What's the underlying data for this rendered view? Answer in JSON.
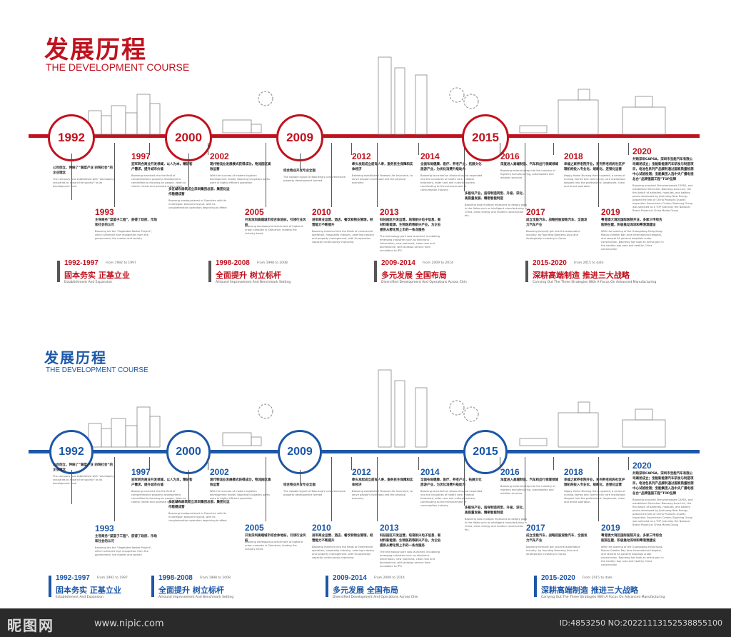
{
  "panels": [
    {
      "theme": "red",
      "title_cn": "发展历程",
      "title_en": "THE DEVELOPMENT COURSE",
      "milestones": [
        {
          "year": "1992",
          "circle": true,
          "cn": "公司创立，伸纳了“蔬菜产业 四驾社会”的企业理念",
          "en": "The company was established with \"developing industries to reward the society\" as its development level"
        },
        {
          "year": "1993",
          "circle": false,
          "cn": "主导商务“菜篮子工程”，获得了政府、市场和社会的认可",
          "en": "Baoneng led the \"Vegetable Basket Project\", which achieved high recognition from the government, the market and society"
        },
        {
          "year": "1997",
          "circle": false,
          "cn": "迎军转合商业开发领域，以人为本，精研客户需求，提升城市价值",
          "en": "Baoneng marched into the field of comprehensive property development, committed to focusing on people, listen to clients' needs and promote urban value"
        },
        {
          "year": "2000",
          "circle": true,
          "cn": "多区域布局筑成立深圳集团总部，集团化运作稳健成营",
          "en": "Baoneng headquartered in Shenzhen with its multiregion blueprint layout, with its conglomeration operation beginning to effect"
        },
        {
          "year": "2002",
          "circle": false,
          "cn": "现代物流业发展模式获得成功，物流园区高效运营",
          "en": "With the success of modern logistics development model, Baoneng's logistics parks were in highly efficient operation"
        },
        {
          "year": "2005",
          "circle": false,
          "cn": "开发深圳高端城市综合体地标，引领行业风标",
          "en": "Baoneng developed a benchmark of highend urban complex in Shenzhen, leading the industry trend"
        },
        {
          "year": "2009",
          "circle": true,
          "cn": "综合物业开发专业全面",
          "en": "The notable layout of Baoneng's comprehensive property development formed"
        },
        {
          "year": "2010",
          "circle": false,
          "cn": "进军商业运营、酒店、餐饮和物业管理，经营能力不断提升",
          "en": "Baoneng marched into the fields of commercial operation, hospitality industry, catering industry and property management, with its operation capacity continuously improving"
        },
        {
          "year": "2012",
          "circle": false,
          "cn": "牵头发起成立前海人寿，服务民生保障和实体经济",
          "en": "Baoneng established Foresea Life Insurance, to serve people's livelihood and the physical economy"
        },
        {
          "year": "2013",
          "circle": false,
          "cn": "科技园区开发运营，培育新兴电子信息、新材料新能源、生物医药等新兴产业，为企业提供从孵化到上市的一条龙服务",
          "en": "The technology park was launched, incubating emerging industries such as electronic information, new materials, clean new and biomedicine, with onestop service from incubation to IPO"
        },
        {
          "year": "2014",
          "circle": false,
          "cn": "全面布局健康、医疗、养老产业，拓展文化旅游产业，为优化消费升级助力",
          "en": "Baoneng launched an allround layout expanded into the industries of health care, medical treatment, elder care and cultural tourism, contributing to the enhancement of consumption industry"
        },
        {
          "year": "",
          "circle": false,
          "cn": "多板块产业，指导制造转型、升级、深化、高质量发展、精密智能制造",
          "en": "Baoneng took multiple measures to deeply plow in the fields such as intelligent manufacturing in China, clean energy and modern construction etc."
        },
        {
          "year": "2015",
          "circle": true,
          "cn": "",
          "en": ""
        },
        {
          "year": "2016",
          "circle": false,
          "cn": "深度进入高端制造、汽车和出行领域领域",
          "en": "Baoneng entered deep into the industry of highend manufacturing, automobiles and aviation services"
        },
        {
          "year": "2017",
          "circle": false,
          "cn": "成立宝能汽车，战略控股观致汽车，全面发力汽车产业",
          "en": "Baoneng formally got into the automotive industry, by founding Baoneng Auto and strategically investing in Qoros"
        },
        {
          "year": "2018",
          "circle": false,
          "cn": "幸福之家养老院开业，系列养老机构社区护理机构投入专业化、规模化、连锁化运营",
          "en": "Happy Home Nursing Home opened, a series of nursing homes and community care institutions stepped into the professional, largescale, chain and brand operation"
        },
        {
          "year": "2019",
          "circle": false,
          "cn": "粤港澳大湾区国际医院开业，多家三甲综合医院在建，积极推动深圳和粤港澳建设",
          "en": "With the opening of the Guangdong-Hong Kong-Macao Greater Bay Area International Hospital, and several 3A general hospitals under construction, Baoneng has took an active part in the healthy bay area and healthy China construction"
        },
        {
          "year": "2020",
          "circle": false,
          "cn": "并购深圳CAPSA，深圳市宝能汽车有限公司阐述成立；宝能新能源汽车研发与制造项目，电池包系列产品顺利通过国家质量检测中心试验检测；宝能集团入选中央广播电视总台“品牌强国工程”TOP品牌",
          "en": "Baoneng acquired Shenzhenbased CAPSA, and established Shenzhen Baoneng Auto Ltd.; the first batch of batteries, modules, and battery packs developed by Jiuzhuang New Energy passed the test of China Products Quality Inspection Supervision Center; Baoneng Group was selected as a TOP brand by the National Brand Project of China Media Group"
        }
      ],
      "phases": [
        {
          "range": "1992-1997",
          "from": "From 1992 to 1997",
          "title": "固本务实  正基立业",
          "en": "Establishment And Expansion"
        },
        {
          "range": "1998-2008",
          "from": "From 1998 to 2008",
          "title": "全面提升  树立标杆",
          "en": "Allround Improvement And Benchmark Setting"
        },
        {
          "range": "2009-2014",
          "from": "From 2009 to 2014",
          "title": "多元发展  全国布局",
          "en": "Diversified Development And Operations Across Chin"
        },
        {
          "range": "2015-2020",
          "from": "From 2015 to date",
          "title": "深耕高端制造  推进三大战略",
          "en": "Carrying Out The Three Strategies With A Focus On Advanced Manufacturing"
        }
      ]
    },
    {
      "theme": "blue",
      "title_cn": "发展历程",
      "title_en": "THE DEVELOPMENT COURSE",
      "milestones": [
        {
          "year": "1992",
          "circle": true,
          "cn": "公司创立，伸纳了“蔬菜产业 四驾社会”的企业理念",
          "en": "The company was established with \"developing industries to reward the society\" as its development level"
        },
        {
          "year": "1993",
          "circle": false,
          "cn": "主导商务“菜篮子工程”，获得了政府、市场和社会的认可",
          "en": "Baoneng led the \"Vegetable Basket Project\", which achieved high recognition from the government, the market and society"
        },
        {
          "year": "1997",
          "circle": false,
          "cn": "迎军转合商业开发领域，以人为本，精研客户需求，提升城市价值",
          "en": "Baoneng marched into the field of comprehensive property development, committed to focusing on people, listen to clients' needs and promote urban value"
        },
        {
          "year": "2000",
          "circle": true,
          "cn": "多区域布局筑成立深圳集团总部，集团化运作稳健成营",
          "en": "Baoneng headquartered in Shenzhen with its multiregion blueprint layout, with its conglomeration operation beginning to effect"
        },
        {
          "year": "2002",
          "circle": false,
          "cn": "现代物流业发展模式获得成功，物流园区高效运营",
          "en": "With the success of modern logistics development model, Baoneng's logistics parks were in highly efficient operation"
        },
        {
          "year": "2005",
          "circle": false,
          "cn": "开发深圳高端城市综合体地标，引领行业风标",
          "en": "Baoneng developed a benchmark of highend urban complex in Shenzhen, leading the industry trend"
        },
        {
          "year": "2009",
          "circle": true,
          "cn": "综合物业开发专业全面",
          "en": "The notable layout of Baoneng's comprehensive property development formed"
        },
        {
          "year": "2010",
          "circle": false,
          "cn": "进军商业运营、酒店、餐饮和物业管理，经营能力不断提升",
          "en": "Baoneng marched into the fields of commercial operation, hospitality industry, catering industry and property management, with its operation capacity continuously improving"
        },
        {
          "year": "2012",
          "circle": false,
          "cn": "牵头发起成立前海人寿，服务民生保障和实体经济",
          "en": "Baoneng established Foresea Life Insurance, to serve people's livelihood and the physical economy"
        },
        {
          "year": "2013",
          "circle": false,
          "cn": "科技园区开发运营，培育新兴电子信息、新材料新能源、生物医药等新兴产业，为企业提供从孵化到上市的一条龙服务",
          "en": "The technology park was launched, incubating emerging industries such as electronic information, new materials, clean new and biomedicine, with onestop service from incubation to IPO"
        },
        {
          "year": "2014",
          "circle": false,
          "cn": "全面布局健康、医疗、养老产业，拓展文化旅游产业，为优化消费升级助力",
          "en": "Baoneng launched an allround layout expanded into the industries of health care, medical treatment, elder care and cultural tourism, contributing to the enhancement of consumption industry"
        },
        {
          "year": "",
          "circle": false,
          "cn": "多板块产业，指导制造转型、升级、深化、高质量发展、精密智能制造",
          "en": "Baoneng took multiple measures to deeply plow in the fields such as intelligent manufacturing in China, clean energy and modern construction etc."
        },
        {
          "year": "2015",
          "circle": true,
          "cn": "",
          "en": ""
        },
        {
          "year": "2016",
          "circle": false,
          "cn": "深度进入高端制造、汽车和出行领域领域",
          "en": "Baoneng entered deep into the industry of highend manufacturing, automobiles and aviation services"
        },
        {
          "year": "2017",
          "circle": false,
          "cn": "成立宝能汽车，战略控股观致汽车，全面发力汽车产业",
          "en": "Baoneng formally got into the automotive industry, by founding Baoneng Auto and strategically investing in Qoros"
        },
        {
          "year": "2018",
          "circle": false,
          "cn": "幸福之家养老院开业，系列养老机构社区护理机构投入专业化、规模化、连锁化运营",
          "en": "Happy Home Nursing Home opened, a series of nursing homes and community care institutions stepped into the professional, largescale, chain and brand operation"
        },
        {
          "year": "2019",
          "circle": false,
          "cn": "粤港澳大湾区国际医院开业，多家三甲综合医院在建，积极推动深圳和粤港澳建设",
          "en": "With the opening of the Guangdong-Hong Kong-Macao Greater Bay Area International Hospital, and several 3A general hospitals under construction, Baoneng has took an active part in the healthy bay area and healthy China construction"
        },
        {
          "year": "2020",
          "circle": false,
          "cn": "并购深圳CAPSA，深圳市宝能汽车有限公司阐述成立；宝能新能源汽车研发与制造项目，电池包系列产品顺利通过国家质量检测中心试验检测；宝能集团入选中央广播电视总台“品牌强国工程”TOP品牌",
          "en": "Baoneng acquired Shenzhenbased CAPSA, and established Shenzhen Baoneng Auto Ltd.; the first batch of batteries, modules, and battery packs developed by Jiuzhuang New Energy passed the test of China Products Quality Inspection Supervision Center; Baoneng Group was selected as a TOP brand by the National Brand Project of China Media Group"
        }
      ],
      "phases": [
        {
          "range": "1992-1997",
          "from": "From 1992 to 1997",
          "title": "固本务实  正基立业",
          "en": "Establishment And Expansion"
        },
        {
          "range": "1998-2008",
          "from": "From 1998 to 2008",
          "title": "全面提升  树立标杆",
          "en": "Allround Improvement And Benchmark Setting"
        },
        {
          "range": "2009-2014",
          "from": "From 2009 to 2014",
          "title": "多元发展  全国布局",
          "en": "Diversified Development And Operations Across Chin"
        },
        {
          "range": "2015-2020",
          "from": "From 2015 to date",
          "title": "深耕高端制造  推进三大战略",
          "en": "Carrying Out The Three Strategies With A Focus On Advanced Manufacturing"
        }
      ]
    }
  ],
  "colors": {
    "red": "#c0121e",
    "blue": "#1d57a6",
    "line_text": "#222222"
  },
  "footer": {
    "watermark_cn": "昵图网",
    "site": "www.nipic.com",
    "image_id": "ID:4853250 NO:20221113152538855100"
  }
}
